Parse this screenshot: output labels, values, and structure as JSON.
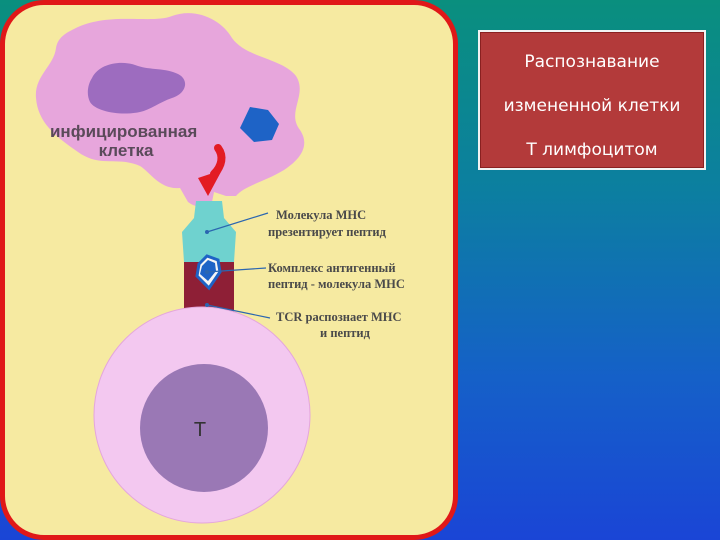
{
  "title_lines": [
    "Распознавание",
    "измененной клетки",
    "Т лимфоцитом"
  ],
  "diagram": {
    "infected_cell_label": [
      "инфицированная",
      "клетка"
    ],
    "t_cell_label": "Т",
    "callouts": {
      "mhc": [
        "Молекула МНС",
        "презентирует пептид"
      ],
      "complex": [
        "Комплекс антигенный",
        "пептид - молекула МНС"
      ],
      "tcr": [
        "TCR распознает МНС",
        "и пептид"
      ]
    }
  },
  "colors": {
    "background_top": "#0a8f7e",
    "background_bottom": "#1a45d6",
    "panel": "#f6eaa1",
    "panel_border": "#e01818",
    "infected_cell": "#e7a6dc",
    "nucleus": "#9d6cbf",
    "antigen": "#1e63c6",
    "mhc": "#6fd2cf",
    "tcr": "#8e1f36",
    "t_cell_outer": "#f3c8f0",
    "t_cell_inner": "#9a78b5",
    "arrow": "#e31b23",
    "title_box": "#b33a3a"
  }
}
